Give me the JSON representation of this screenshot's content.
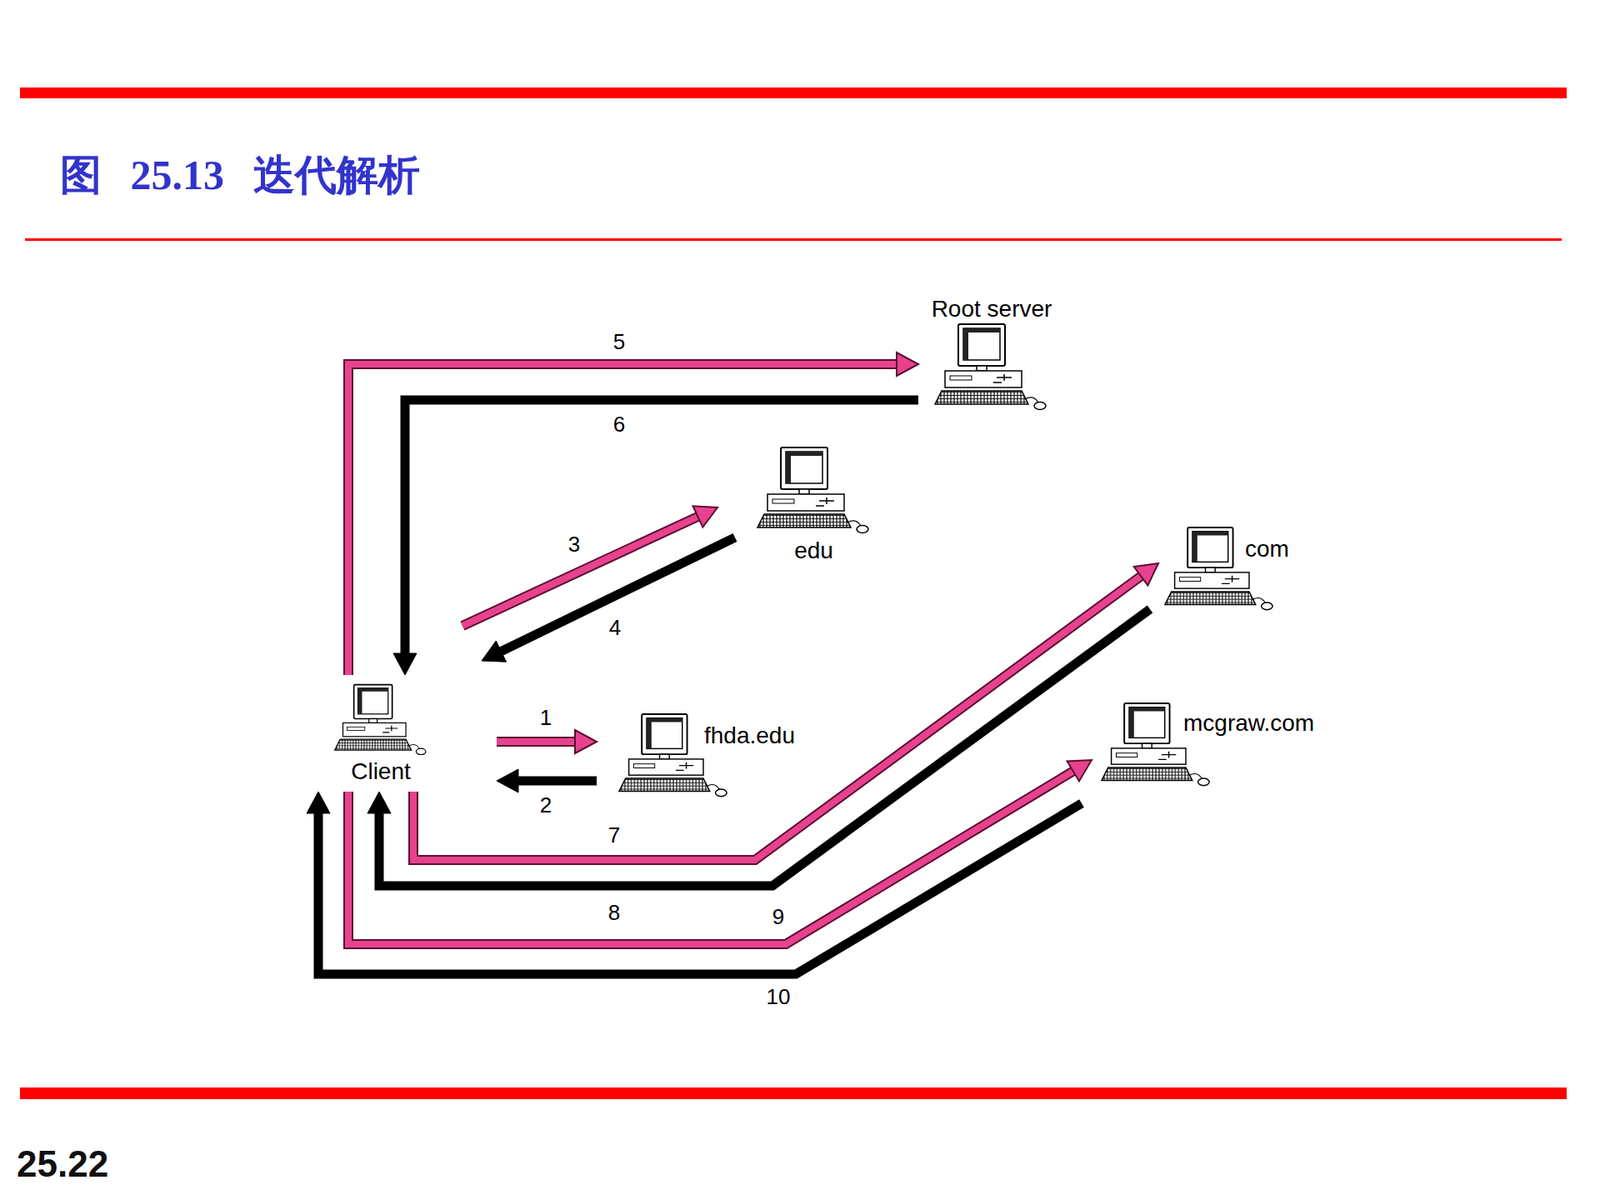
{
  "diagram": {
    "title": "图 25.13 迭代解析",
    "nodes": [
      {
        "text": [
          "Root server"
        ]
      },
      {
        "text": [
          "edu"
        ]
      },
      {
        "text": [
          "com"
        ]
      },
      {
        "text": [
          "Client"
        ]
      },
      {
        "text": [
          "fhda.edu"
        ]
      },
      {
        "text": [
          "mcgraw.com"
        ]
      }
    ],
    "edges": [
      {
        "from": 3,
        "to": 4,
        "arrow": "to",
        "label": "1"
      },
      {
        "from": 4,
        "to": 3,
        "arrow": "to",
        "label": "2"
      },
      {
        "from": 3,
        "to": 1,
        "arrow": "to",
        "label": "3"
      },
      {
        "from": 1,
        "to": 3,
        "arrow": "to",
        "label": "4"
      },
      {
        "from": 3,
        "to": 0,
        "arrow": "to",
        "label": "5"
      },
      {
        "from": 0,
        "to": 3,
        "arrow": "to",
        "label": "6"
      },
      {
        "from": 3,
        "to": 2,
        "arrow": "to",
        "label": "7"
      },
      {
        "from": 2,
        "to": 3,
        "arrow": "to",
        "label": "8"
      },
      {
        "from": 3,
        "to": 5,
        "arrow": "to",
        "label": "9"
      },
      {
        "from": 5,
        "to": 3,
        "arrow": "to",
        "label": "10"
      }
    ],
    "labels": [
      "25.22"
    ]
  }
}
